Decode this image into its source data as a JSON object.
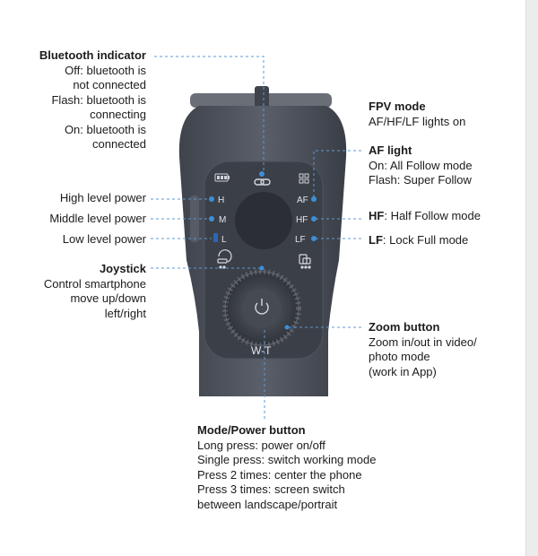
{
  "labels": {
    "bluetooth": {
      "title": "Bluetooth indicator",
      "lines": [
        "Off: bluetooth is",
        "not connected",
        "Flash: bluetooth is",
        "connecting",
        "On: bluetooth is",
        "connected"
      ]
    },
    "fpv": {
      "title": "FPV mode",
      "lines": [
        "AF/HF/LF lights on"
      ]
    },
    "af": {
      "title": "AF light",
      "lines": [
        "On: All Follow mode",
        "Flash: Super Follow"
      ]
    },
    "hf": {
      "key": "HF",
      "text": ": Half Follow mode"
    },
    "lf": {
      "key": "LF",
      "text": ": Lock Full mode"
    },
    "high_power": "High level power",
    "middle_power": "Middle level power",
    "low_power": "Low level power",
    "joystick": {
      "title": "Joystick",
      "lines": [
        "Control smartphone",
        "move up/down",
        "left/right"
      ]
    },
    "zoom": {
      "title": "Zoom button",
      "lines": [
        "Zoom in/out in video/",
        "photo mode",
        "(work in App)"
      ]
    },
    "mode_power": {
      "title": "Mode/Power button",
      "lines": [
        "Long press: power on/off",
        "Single press: switch working mode",
        "Press 2 times: center the phone",
        "Press 3 times: screen switch",
        "between landscape/portrait"
      ]
    }
  },
  "device": {
    "panel_left": [
      "H",
      "M",
      "L"
    ],
    "panel_right": [
      "AF",
      "HF",
      "LF"
    ],
    "zoom_label": "W-T",
    "body_color": "#4a4f5a",
    "panel_color": "#3c4048",
    "indicator_color": "#3d8fd8",
    "leader_color": "#5b9bd5"
  }
}
